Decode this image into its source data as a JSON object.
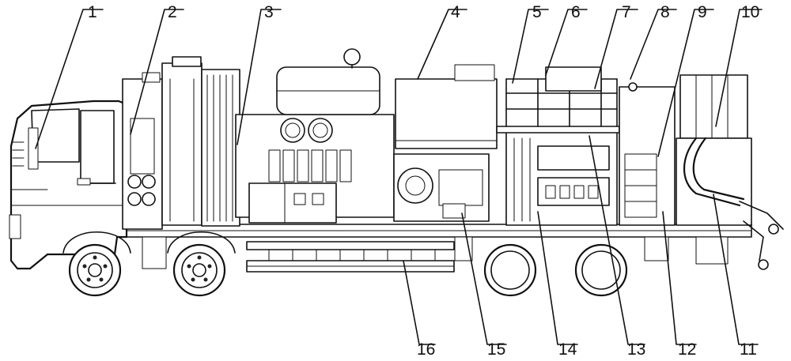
{
  "diagram": {
    "callouts_top": [
      {
        "id": "callout-1",
        "label": "1"
      },
      {
        "id": "callout-2",
        "label": "2"
      },
      {
        "id": "callout-3",
        "label": "3"
      },
      {
        "id": "callout-4",
        "label": "4"
      },
      {
        "id": "callout-5",
        "label": "5"
      },
      {
        "id": "callout-6",
        "label": "6"
      },
      {
        "id": "callout-7",
        "label": "7"
      },
      {
        "id": "callout-8",
        "label": "8"
      },
      {
        "id": "callout-9",
        "label": "9"
      },
      {
        "id": "callout-10",
        "label": "10"
      }
    ],
    "callouts_bottom": [
      {
        "id": "callout-16",
        "label": "16"
      },
      {
        "id": "callout-15",
        "label": "15"
      },
      {
        "id": "callout-14",
        "label": "14"
      },
      {
        "id": "callout-13",
        "label": "13"
      },
      {
        "id": "callout-12",
        "label": "12"
      },
      {
        "id": "callout-11",
        "label": "11"
      }
    ]
  }
}
